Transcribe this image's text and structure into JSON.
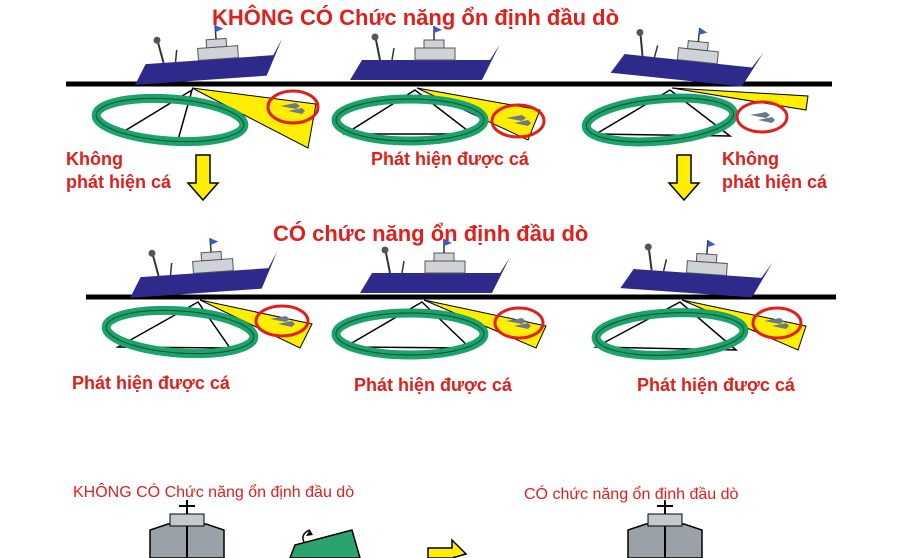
{
  "titles": {
    "without": "KHÔNG CÓ Chức năng ổn định đầu dò",
    "with": "CÓ chức năng ổn định đầu dò"
  },
  "row1": {
    "left_line1": "Không",
    "left_line2": "phát hiện cá",
    "middle": "Phát hiện được cá",
    "right_line1": "Không",
    "right_line2": "phát hiện cá"
  },
  "row2": {
    "left": "Phát hiện được cá",
    "middle": "Phát hiện được cá",
    "right": "Phát hiện được cá"
  },
  "bottom": {
    "left_caption": "KHÔNG CÓ Chức năng ổn định đầu dò",
    "right_caption": "CÓ chức năng ổn định đầu dò"
  },
  "colors": {
    "text_red": "#e0201c",
    "hull_blue": "#2e2a8c",
    "school_green": "#1aa36a",
    "beam_yellow": "#ffee00",
    "circle_red": "#e0201c"
  }
}
